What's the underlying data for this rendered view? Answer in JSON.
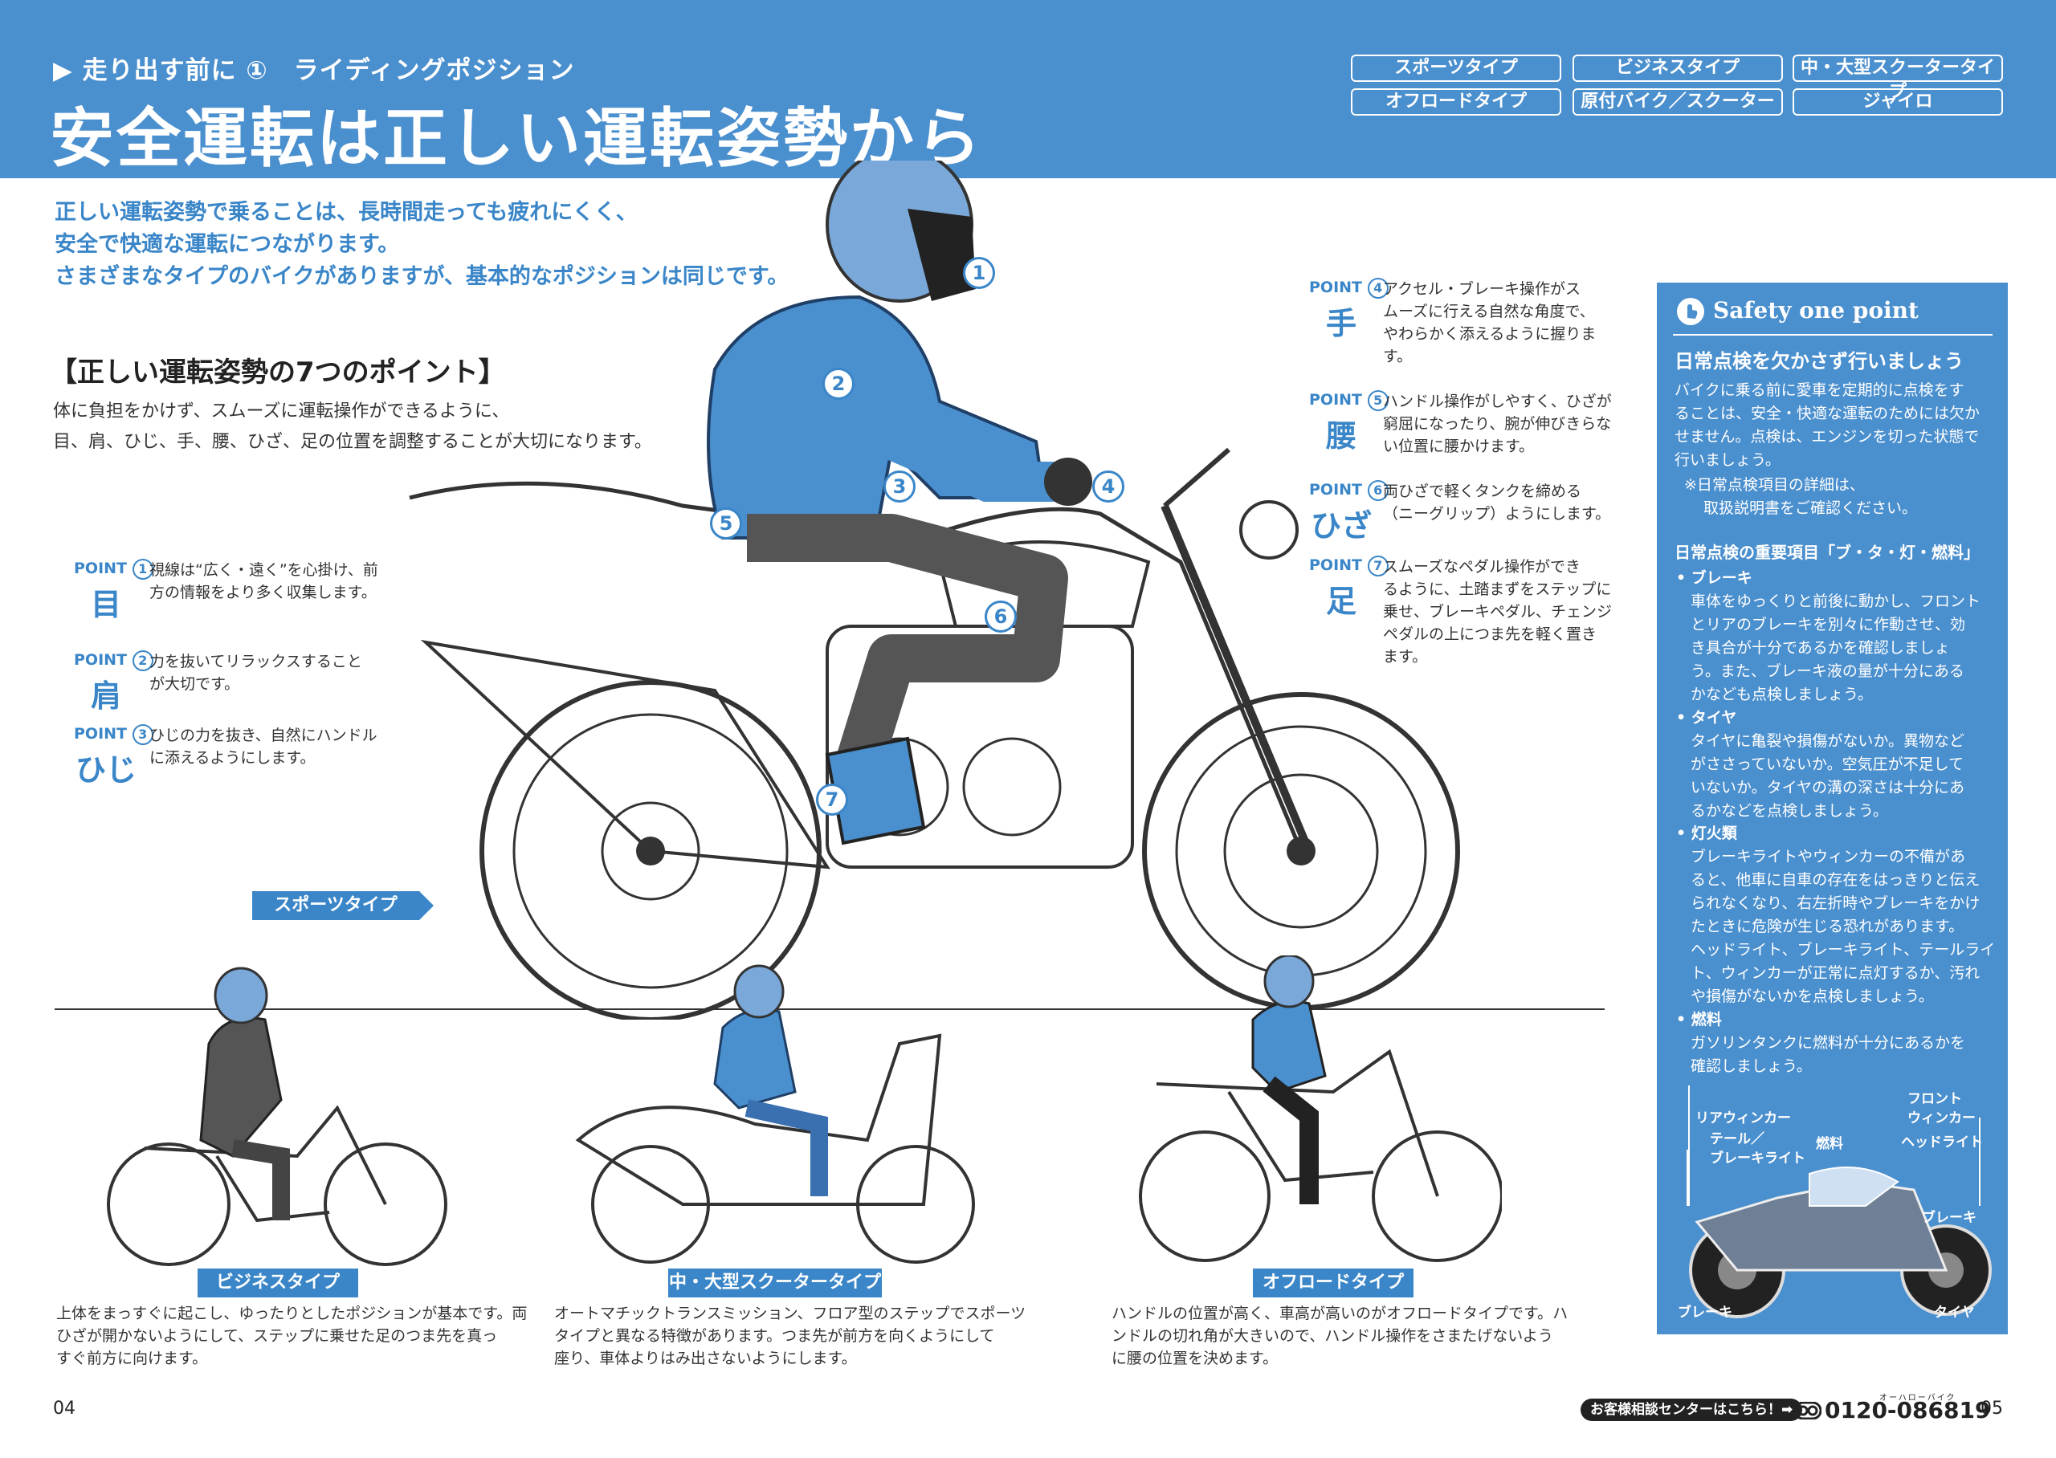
{
  "header": {
    "breadcrumb": "▶ 走り出す前に ①　ライディングポジション",
    "title": "安全運転は正しい運転姿勢から",
    "type_tabs": [
      "スポーツタイプ",
      "ビジネスタイプ",
      "中・大型スクータータイプ",
      "オフロードタイプ",
      "原付バイク／スクーター",
      "ジャイロ"
    ]
  },
  "intro": [
    "正しい運転姿勢で乗ることは、長時間走っても疲れにくく、",
    "安全で快適な運転につながります。",
    "さまざまなタイプのバイクがありますが、基本的なポジションは同じです。"
  ],
  "seven_points": {
    "heading": "【正しい運転姿勢の7つのポイント】",
    "desc": [
      "体に負担をかけず、スムーズに運転操作ができるように、",
      "目、肩、ひじ、手、腰、ひざ、足の位置を調整することが大切になります。"
    ]
  },
  "points": [
    {
      "label": "POINT",
      "num": "1",
      "body": "目",
      "lines": [
        "視線は“広く・遠く”を心掛け、前",
        "方の情報をより多く収集します。"
      ]
    },
    {
      "label": "POINT",
      "num": "2",
      "body": "肩",
      "lines": [
        "力を抜いてリラックスすること",
        "が大切です。"
      ]
    },
    {
      "label": "POINT",
      "num": "3",
      "body": "ひじ",
      "lines": [
        "ひじの力を抜き、自然にハンドル",
        "に添えるようにします。"
      ]
    },
    {
      "label": "POINT",
      "num": "4",
      "body": "手",
      "lines": [
        "アクセル・ブレーキ操作がス",
        "ムーズに行える自然な角度で、",
        "やわらかく添えるように握りま",
        "す。"
      ]
    },
    {
      "label": "POINT",
      "num": "5",
      "body": "腰",
      "lines": [
        "ハンドル操作がしやすく、ひざが",
        "窮屈になったり、腕が伸びきらな",
        "い位置に腰かけます。"
      ]
    },
    {
      "label": "POINT",
      "num": "6",
      "body": "ひざ",
      "lines": [
        "両ひざで軽くタンクを締める",
        "（ニーグリップ）ようにします。"
      ]
    },
    {
      "label": "POINT",
      "num": "7",
      "body": "足",
      "lines": [
        "スムーズなペダル操作ができ",
        "るように、土踏まずをステップに",
        "乗せ、ブレーキペダル、チェンジ",
        "ペダルの上につま先を軽く置き",
        "ます。"
      ]
    }
  ],
  "figure_numbers": [
    "1",
    "2",
    "3",
    "4",
    "5",
    "6",
    "7"
  ],
  "main_bike_label": "スポーツタイプ",
  "bottom_types": [
    {
      "label": "ビジネスタイプ",
      "lines": [
        "上体をまっすぐに起こし、ゆったりとしたポジションが基本です。両",
        "ひざが開かないようにして、ステップに乗せた足のつま先を真っ",
        "すぐ前方に向けます。"
      ]
    },
    {
      "label": "中・大型スクータータイプ",
      "lines": [
        "オートマチックトランスミッション、フロア型のステップでスポーツ",
        "タイプと異なる特徴があります。つま先が前方を向くようにして",
        "座り、車体よりはみ出さないようにします。"
      ]
    },
    {
      "label": "オフロードタイプ",
      "lines": [
        "ハンドルの位置が高く、車高が高いのがオフロードタイプです。ハ",
        "ンドルの切れ角が大きいので、ハンドル操作をさまたげないよう",
        "に腰の位置を決めます。"
      ]
    }
  ],
  "safety": {
    "title": "Safety one point",
    "subtitle": "日常点検を欠かさず行いましょう",
    "intro": [
      "バイクに乗る前に愛車を定期的に点検をす",
      "ることは、安全・快適な運転のためには欠か",
      "せません。点検は、エンジンを切った状態で",
      "行いましょう。"
    ],
    "note": [
      "※日常点検項目の詳細は、",
      "取扱説明書をご確認ください。"
    ],
    "items_heading": "日常点検の重要項目「ブ・タ・灯・燃料」",
    "items": [
      {
        "name": "ブレーキ",
        "lines": [
          "車体をゆっくりと前後に動かし、フロント",
          "とリアのブレーキを別々に作動させ、効",
          "き具合が十分であるかを確認しましょ",
          "う。また、ブレーキ液の量が十分にある",
          "かなども点検しましょう。"
        ]
      },
      {
        "name": "タイヤ",
        "lines": [
          "タイヤに亀裂や損傷がないか。異物など",
          "がささっていないか。空気圧が不足して",
          "いないか。タイヤの溝の深さは十分にあ",
          "るかなどを点検しましょう。"
        ]
      },
      {
        "name": "灯火類",
        "lines": [
          "ブレーキライトやウィンカーの不備があ",
          "ると、他車に自車の存在をはっきりと伝え",
          "られなくなり、右左折時やブレーキをかけ",
          "たときに危険が生じる恐れがあります。",
          "ヘッドライト、ブレーキライト、テールライ",
          "ト、ウィンカーが正常に点灯するか、汚れ",
          "や損傷がないかを点検しましょう。"
        ]
      },
      {
        "name": "燃料",
        "lines": [
          "ガソリンタンクに燃料が十分にあるかを",
          "確認しましょう。"
        ]
      }
    ],
    "diagram_labels": [
      "リアウィンカー",
      "テール／",
      "ブレーキライト",
      "燃料",
      "フロント",
      "ウィンカー",
      "ヘッドライト",
      "ブレーキ",
      "ブレーキ",
      "タイヤ"
    ]
  },
  "footer": {
    "page_left": "04",
    "page_right": "05",
    "contact_label": "お客様相談センターはこちら！➡",
    "phone_ruby": "オーハローバイク",
    "phone": "0120-086819"
  }
}
